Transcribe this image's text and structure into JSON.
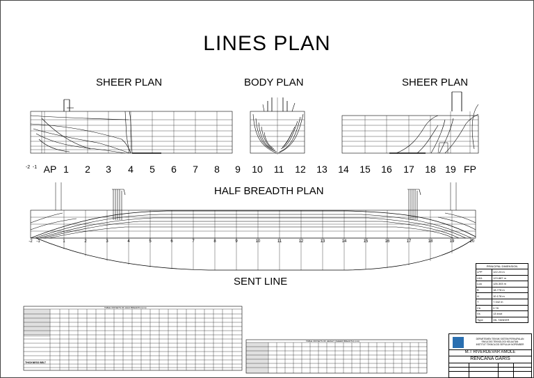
{
  "title": "LINES PLAN",
  "views": {
    "sheer_left": "SHEER PLAN",
    "body": "BODY PLAN",
    "sheer_right": "SHEER PLAN",
    "half_breadth": "HALF BREADTH PLAN",
    "sent_line": "SENT LINE"
  },
  "stations_big": [
    "AP",
    "1",
    "2",
    "3",
    "4",
    "5",
    "6",
    "7",
    "8",
    "9",
    "10",
    "11",
    "12",
    "13",
    "14",
    "15",
    "16",
    "17",
    "18",
    "19",
    "FP"
  ],
  "stations_aft": [
    "-2",
    "-1"
  ],
  "hb_stations": [
    "-2",
    "-1",
    "1",
    "2",
    "3",
    "4",
    "5",
    "6",
    "7",
    "8",
    "9",
    "10",
    "11",
    "12",
    "13",
    "14",
    "15",
    "16",
    "17",
    "18",
    "19",
    "20"
  ],
  "principal": {
    "heading": "PRINCIPAL DIMENSION",
    "rows": [
      {
        "k": "LPP",
        "v": "122.23 m"
      },
      {
        "k": "LWL",
        "v": "123.887 m"
      },
      {
        "k": "Loa",
        "v": "126.303 m"
      },
      {
        "k": "B",
        "v": "18.778 m"
      },
      {
        "k": "H",
        "v": "10.178 m"
      },
      {
        "k": "T",
        "v": "7.342 m"
      },
      {
        "k": "Cb",
        "v": "0.78"
      },
      {
        "k": "Vs",
        "v": "13 knot"
      },
      {
        "k": "Type",
        "v": "OIL TANKER"
      }
    ]
  },
  "title_block": {
    "dept": "DEPARTEMEN TEKNIK SISTEM PERKAPALAN",
    "faculty": "FAKULTAS TEKNOLOGI KELAUTAN",
    "institute": "INSTITUT TEKNOLOGI SEPULUH NOPEMBER",
    "ship": "M.T RIVERDEVAR AMOLE",
    "drawing": "RENCANA GARIS"
  },
  "table_left_heading": "TABLE OFFSETS OF HALF BREADTH (mm)",
  "table_right_heading": "TABLE OFFSETS OF HEIGHT (SHEER BREADTH) (mm)",
  "table_row_label": "THICKNESS BELT"
}
